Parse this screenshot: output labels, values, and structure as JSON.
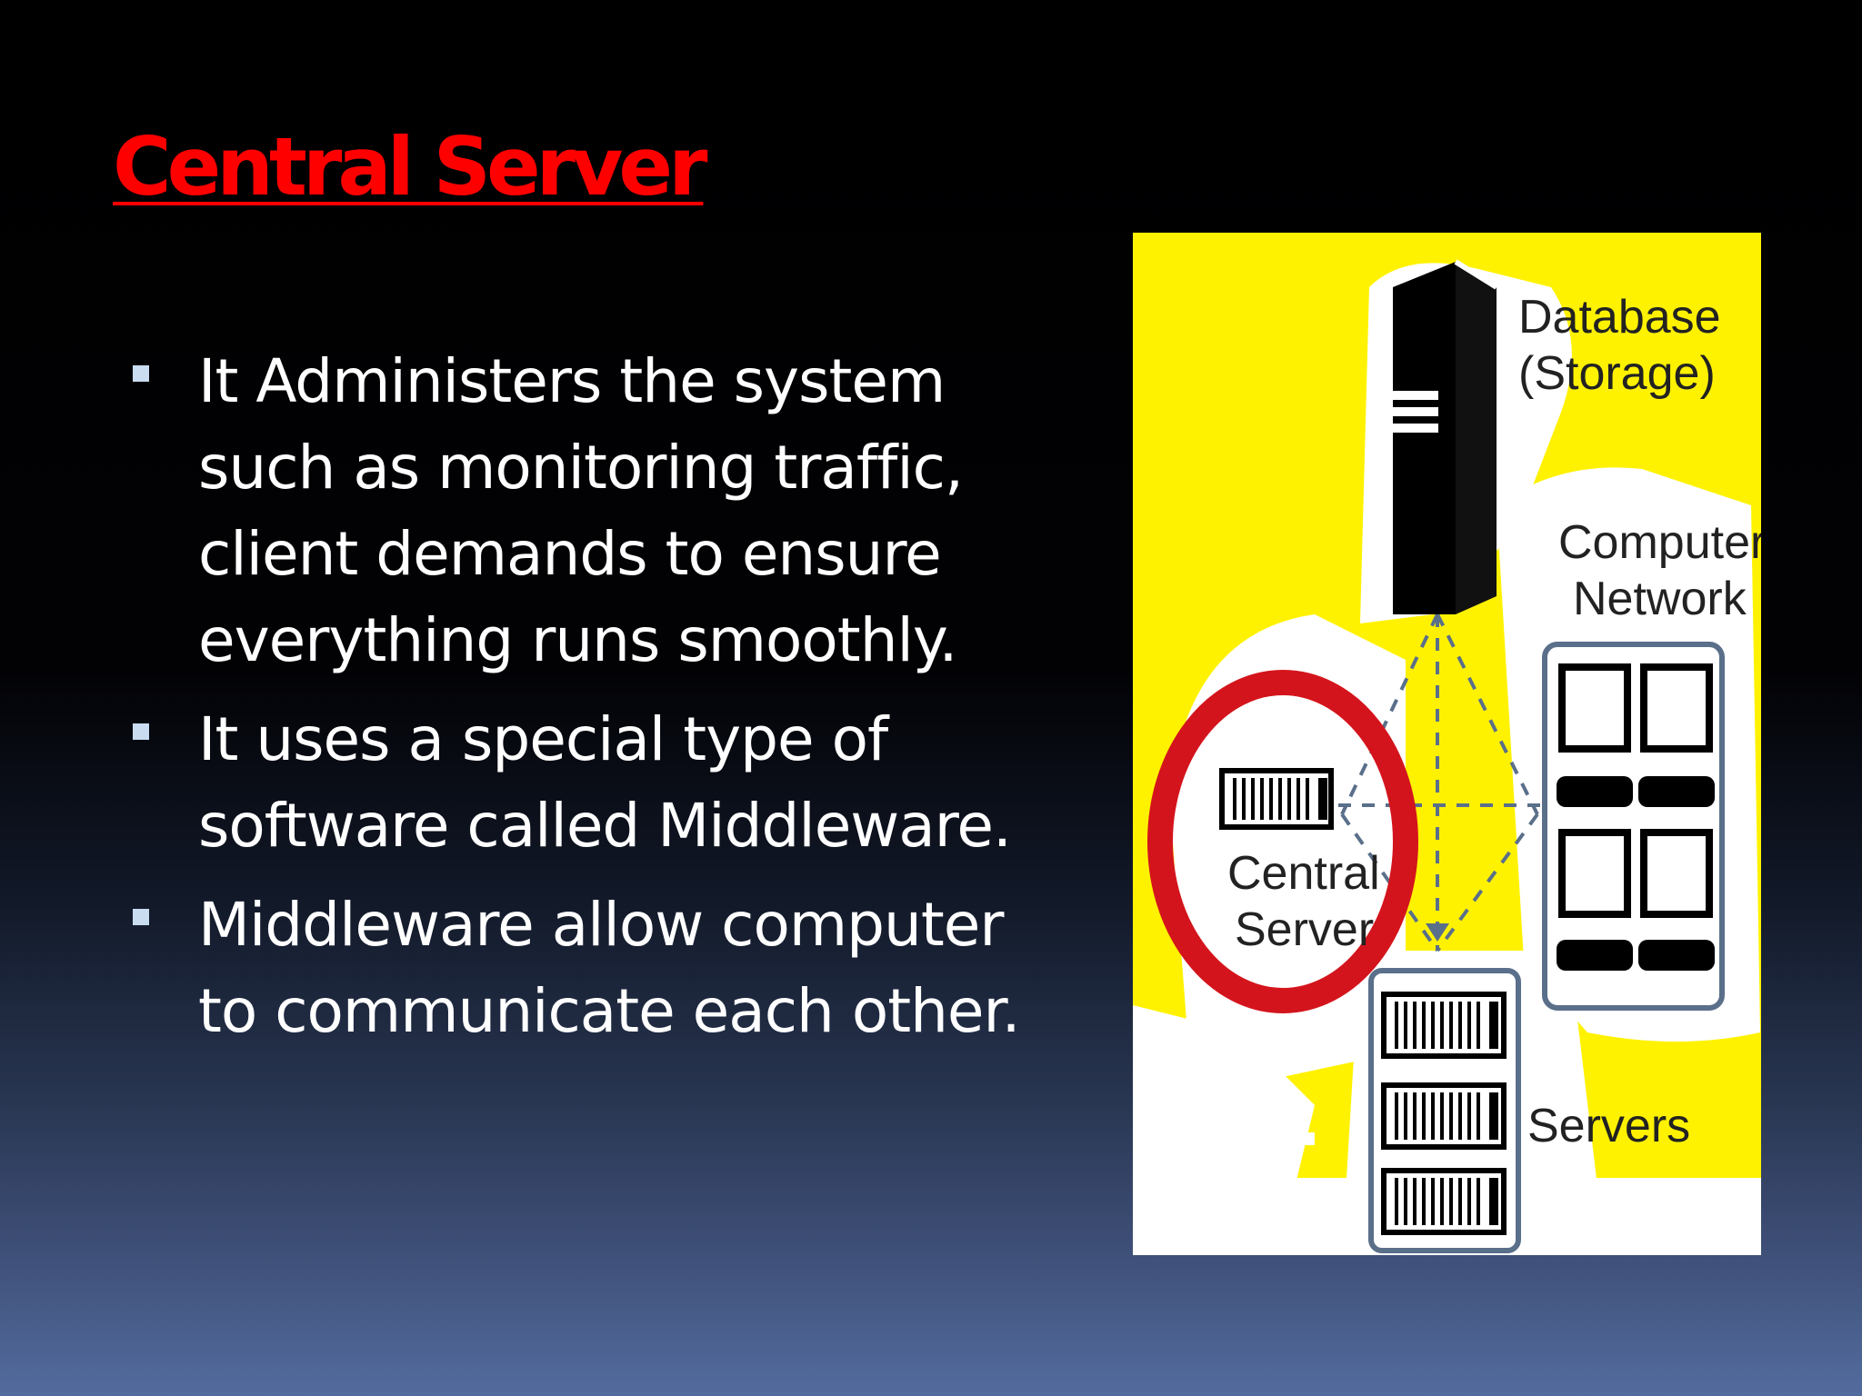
{
  "slide": {
    "title": "Central Server",
    "bullets": [
      {
        "lines": [
          "It Administers the system",
          "such as monitoring traffic,",
          "client demands to ensure",
          "everything runs smoothly."
        ]
      },
      {
        "lines": [
          "It uses a special type of",
          "software called Middleware."
        ]
      },
      {
        "lines": [
          "Middleware allow computer",
          "to communicate each other."
        ]
      }
    ],
    "figure": {
      "labels": {
        "database_line1": "Database",
        "database_line2": "(Storage)",
        "network_line1": "Computer",
        "network_line2": "Network",
        "central_line1": "Central",
        "central_line2": "Server",
        "servers": "Servers"
      },
      "colors": {
        "background": "#fff200",
        "ring": "#d4141c",
        "ink": "#000000",
        "frame": "#5a6f8a"
      }
    }
  }
}
